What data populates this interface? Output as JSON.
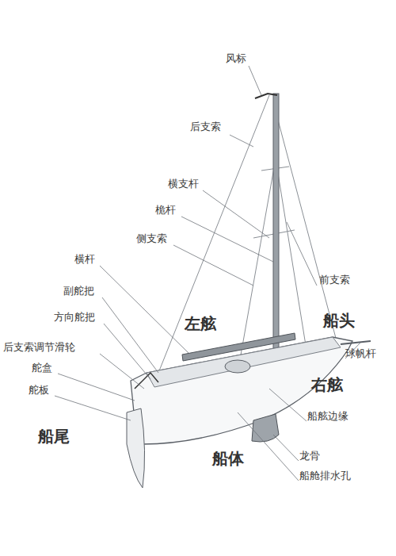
{
  "diagram": {
    "labels": [
      "风标",
      "后支索",
      "横支杆",
      "桅杆",
      "侧支索",
      "前支索",
      "横杆",
      "副舵把",
      "左舷",
      "船头",
      "方向舵把",
      "球帆杆",
      "后支索调节滑轮",
      "舵盒",
      "右舷",
      "舵板",
      "船舷边缘",
      "船尾",
      "龙骨",
      "船体",
      "船舱排水孔"
    ]
  }
}
